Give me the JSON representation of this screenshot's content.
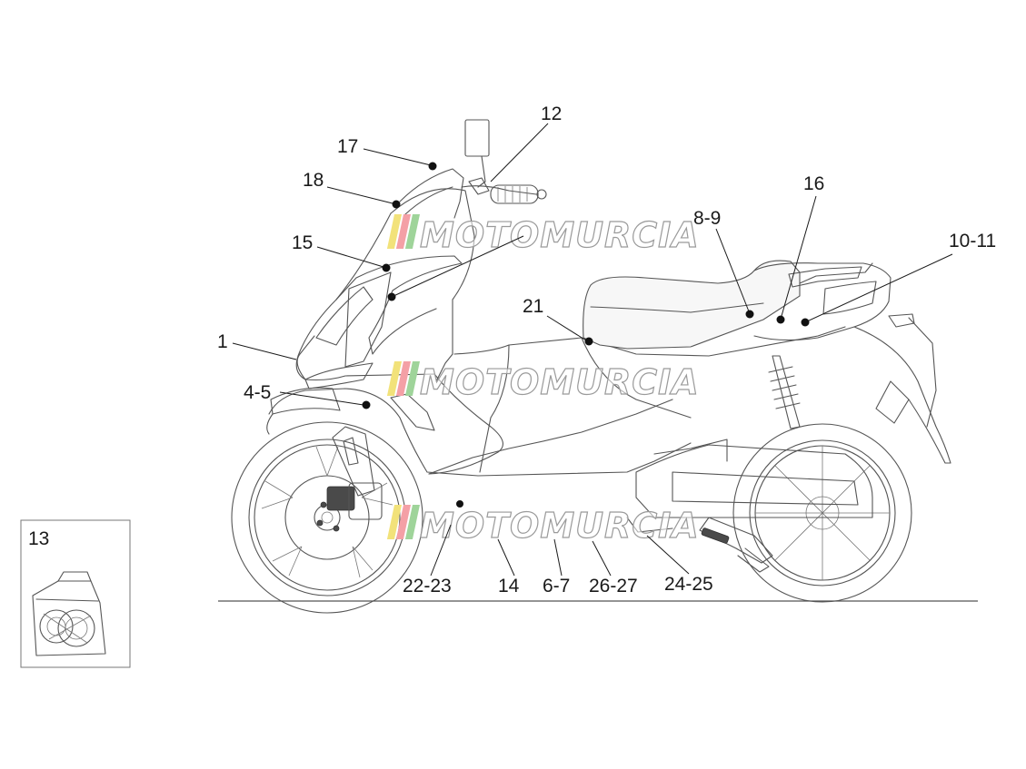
{
  "callouts": [
    {
      "id": "c1",
      "label": "1"
    },
    {
      "id": "c4-5",
      "label": "4-5"
    },
    {
      "id": "c6-7",
      "label": "6-7"
    },
    {
      "id": "c8-9",
      "label": "8-9"
    },
    {
      "id": "c10-11",
      "label": "10-11"
    },
    {
      "id": "c12",
      "label": "12"
    },
    {
      "id": "c13",
      "label": "13"
    },
    {
      "id": "c14",
      "label": "14"
    },
    {
      "id": "c15",
      "label": "15"
    },
    {
      "id": "c16",
      "label": "16"
    },
    {
      "id": "c17",
      "label": "17"
    },
    {
      "id": "c18",
      "label": "18"
    },
    {
      "id": "c21",
      "label": "21"
    },
    {
      "id": "c22-23",
      "label": "22-23"
    },
    {
      "id": "c24-25",
      "label": "24-25"
    },
    {
      "id": "c26-27",
      "label": "26-27"
    }
  ],
  "watermark": {
    "text": "MOTOMURCIA",
    "colors": [
      "#f2e27a",
      "#f4a0a6",
      "#9fd49a"
    ]
  },
  "colors": {
    "line": "#555555",
    "text": "#1a1a1a",
    "dot": "#111111"
  }
}
